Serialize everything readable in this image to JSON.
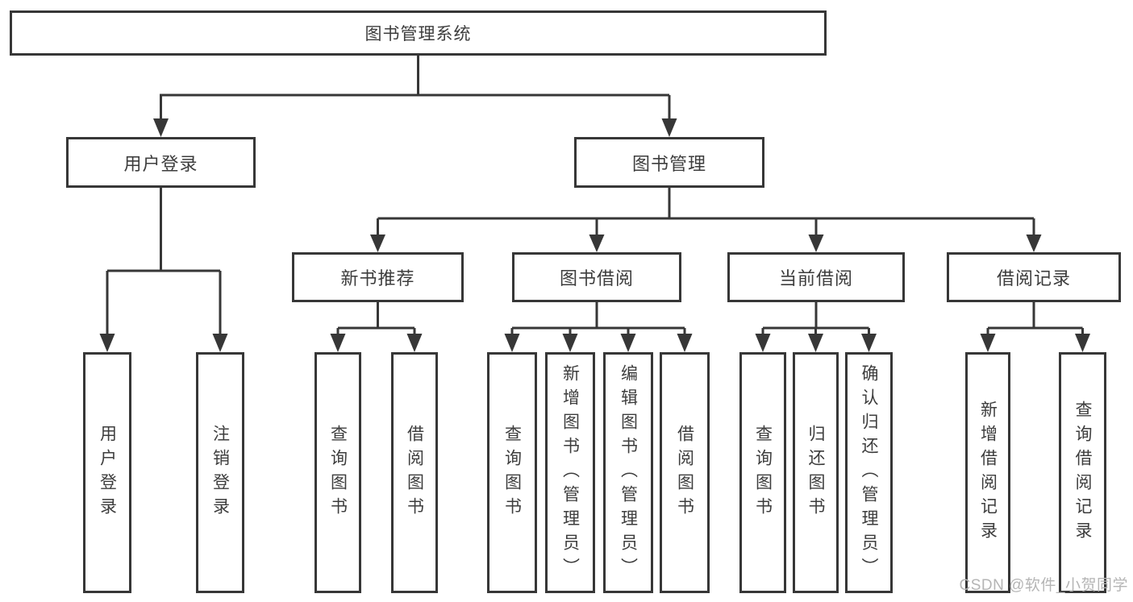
{
  "diagram_title": "图书管理系统",
  "watermark": "CSDN @软件_小贺同学",
  "colors": {
    "line": "#373737",
    "text": "#3d3d3d",
    "watermark": "#b5b5b5",
    "background": "#ffffff"
  },
  "tree": {
    "root": {
      "label": "图书管理系统",
      "children": [
        {
          "label": "用户登录",
          "children": [
            {
              "label": "用户登录"
            },
            {
              "label": "注销登录"
            }
          ]
        },
        {
          "label": "图书管理",
          "children": [
            {
              "label": "新书推荐",
              "children": [
                {
                  "label": "查询图书"
                },
                {
                  "label": "借阅图书"
                }
              ]
            },
            {
              "label": "图书借阅",
              "children": [
                {
                  "label": "查询图书"
                },
                {
                  "label": "新增图书（管理员）"
                },
                {
                  "label": "编辑图书（管理员）"
                },
                {
                  "label": "借阅图书"
                }
              ]
            },
            {
              "label": "当前借阅",
              "children": [
                {
                  "label": "查询图书"
                },
                {
                  "label": "归还图书"
                },
                {
                  "label": "确认归还（管理员）"
                }
              ]
            },
            {
              "label": "借阅记录",
              "children": [
                {
                  "label": "新增借阅记录"
                },
                {
                  "label": "查询借阅记录"
                }
              ]
            }
          ]
        }
      ]
    }
  }
}
